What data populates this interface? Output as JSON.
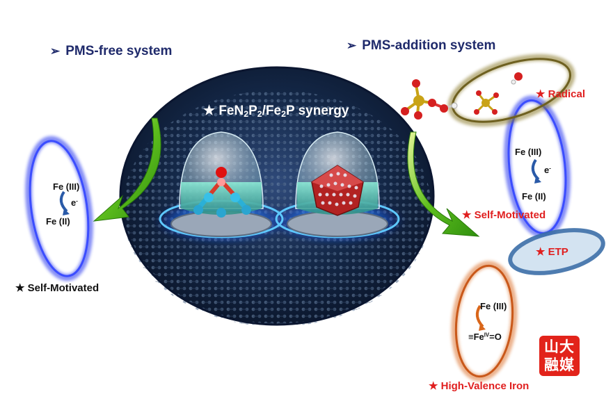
{
  "headers": {
    "left": "PMS-free system",
    "right": "PMS-addition system"
  },
  "center": {
    "title_star": "★",
    "title_prefix": "FeN",
    "title_sub1": "2",
    "title_p": "P",
    "title_sub2": "2",
    "title_mid": "/Fe",
    "title_sub3": "2",
    "title_suffix": "P synergy"
  },
  "left_cycle": {
    "fe3": "Fe (III)",
    "electron": "e",
    "electron_sup": "-",
    "fe2": "Fe (II)",
    "label": "Self-Motivated"
  },
  "right_labels": {
    "radical": "Radical",
    "self_motivated": "Self-Motivated",
    "etp": "ETP",
    "high_valence": "High-Valence Iron",
    "star": "★"
  },
  "right_cycle": {
    "fe3": "Fe (III)",
    "electron": "e",
    "electron_sup": "-",
    "fe2": "Fe (II)"
  },
  "ferryl_cycle": {
    "fe3": "Fe (III)",
    "ferryl_prefix": "≡Fe",
    "ferryl_sup": "IV",
    "ferryl_suffix": "=O"
  },
  "logo": {
    "line1": "山大",
    "line2": "融媒"
  },
  "colors": {
    "header": "#1f2a6b",
    "red_label": "#e01f1f",
    "blue_ring": "#2233ee",
    "olive_ring": "#8a7a2a",
    "orange_ring": "#d9661a",
    "green_arrow": "#3aa616",
    "logo_bg": "#e2231a"
  }
}
